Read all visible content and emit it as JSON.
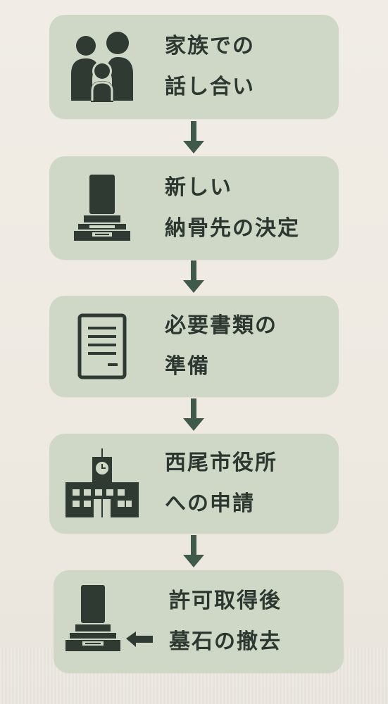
{
  "colors": {
    "box_fill": "#cfd8c6",
    "icon_fill": "#2e3a32",
    "arrow_fill": "#3f5a4a",
    "text": "#2c3730"
  },
  "steps": [
    {
      "icon": "family-icon",
      "lines": [
        "家族での",
        "話し合い"
      ]
    },
    {
      "icon": "gravestone-icon",
      "lines": [
        "新しい",
        "納骨先の決定"
      ]
    },
    {
      "icon": "document-icon",
      "lines": [
        "必要書類の",
        "準備"
      ]
    },
    {
      "icon": "city-hall-icon",
      "lines": [
        "西尾市役所",
        "への申請"
      ]
    },
    {
      "icon": "gravestone-removal-icon",
      "lines": [
        "許可取得後",
        "墓石の撤去"
      ]
    }
  ]
}
